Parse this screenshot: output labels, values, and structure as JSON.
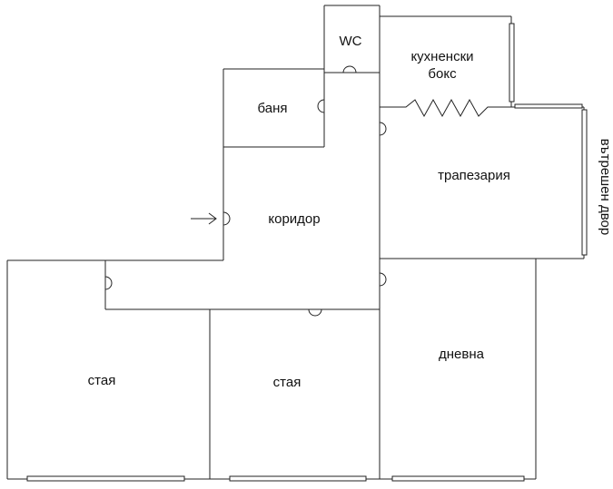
{
  "diagram": {
    "type": "floor-plan",
    "colors": {
      "line": "#222222",
      "text": "#111111",
      "background": "#ffffff"
    },
    "rooms": {
      "wc": "WC",
      "kitchen_line1": "кухненски",
      "kitchen_line2": "бокс",
      "bath": "баня",
      "dining": "трапезария",
      "corridor": "коридор",
      "room_left": "стая",
      "room_middle": "стая",
      "living": "дневна"
    },
    "yard": "вътрешен двор"
  }
}
